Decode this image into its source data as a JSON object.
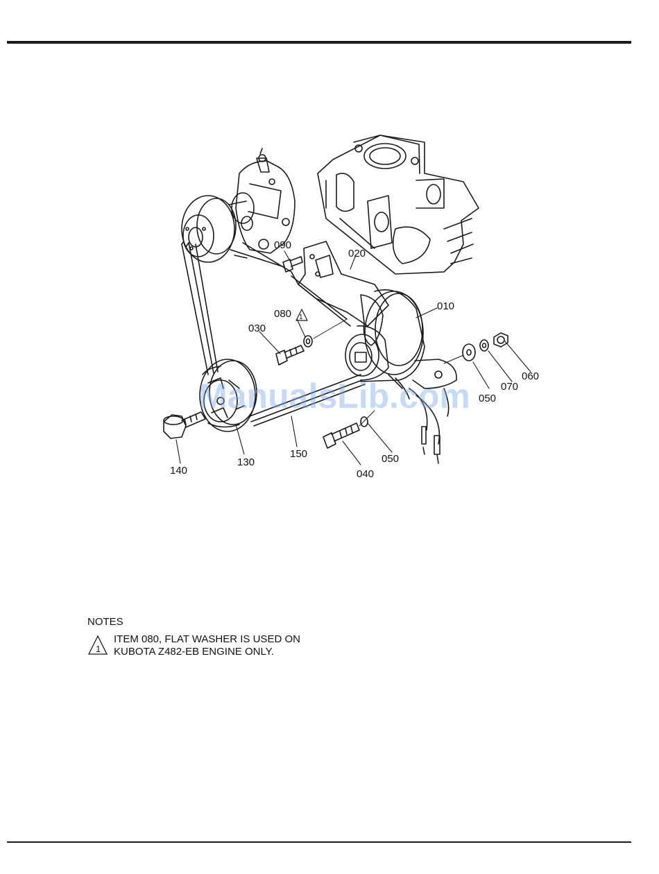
{
  "watermark": "ManualsLib.com",
  "callouts": {
    "c010": "010",
    "c020": "020",
    "c030": "030",
    "c040": "040",
    "c050a": "050",
    "c050b": "050",
    "c060": "060",
    "c070": "070",
    "c080": "080",
    "c090": "090",
    "c130": "130",
    "c140": "140",
    "c150": "150"
  },
  "note_marker": "1",
  "notes": {
    "title": "NOTES",
    "line1": "ITEM 080, FLAT WASHER IS USED ON",
    "line2": "KUBOTA Z482-EB ENGINE ONLY."
  }
}
